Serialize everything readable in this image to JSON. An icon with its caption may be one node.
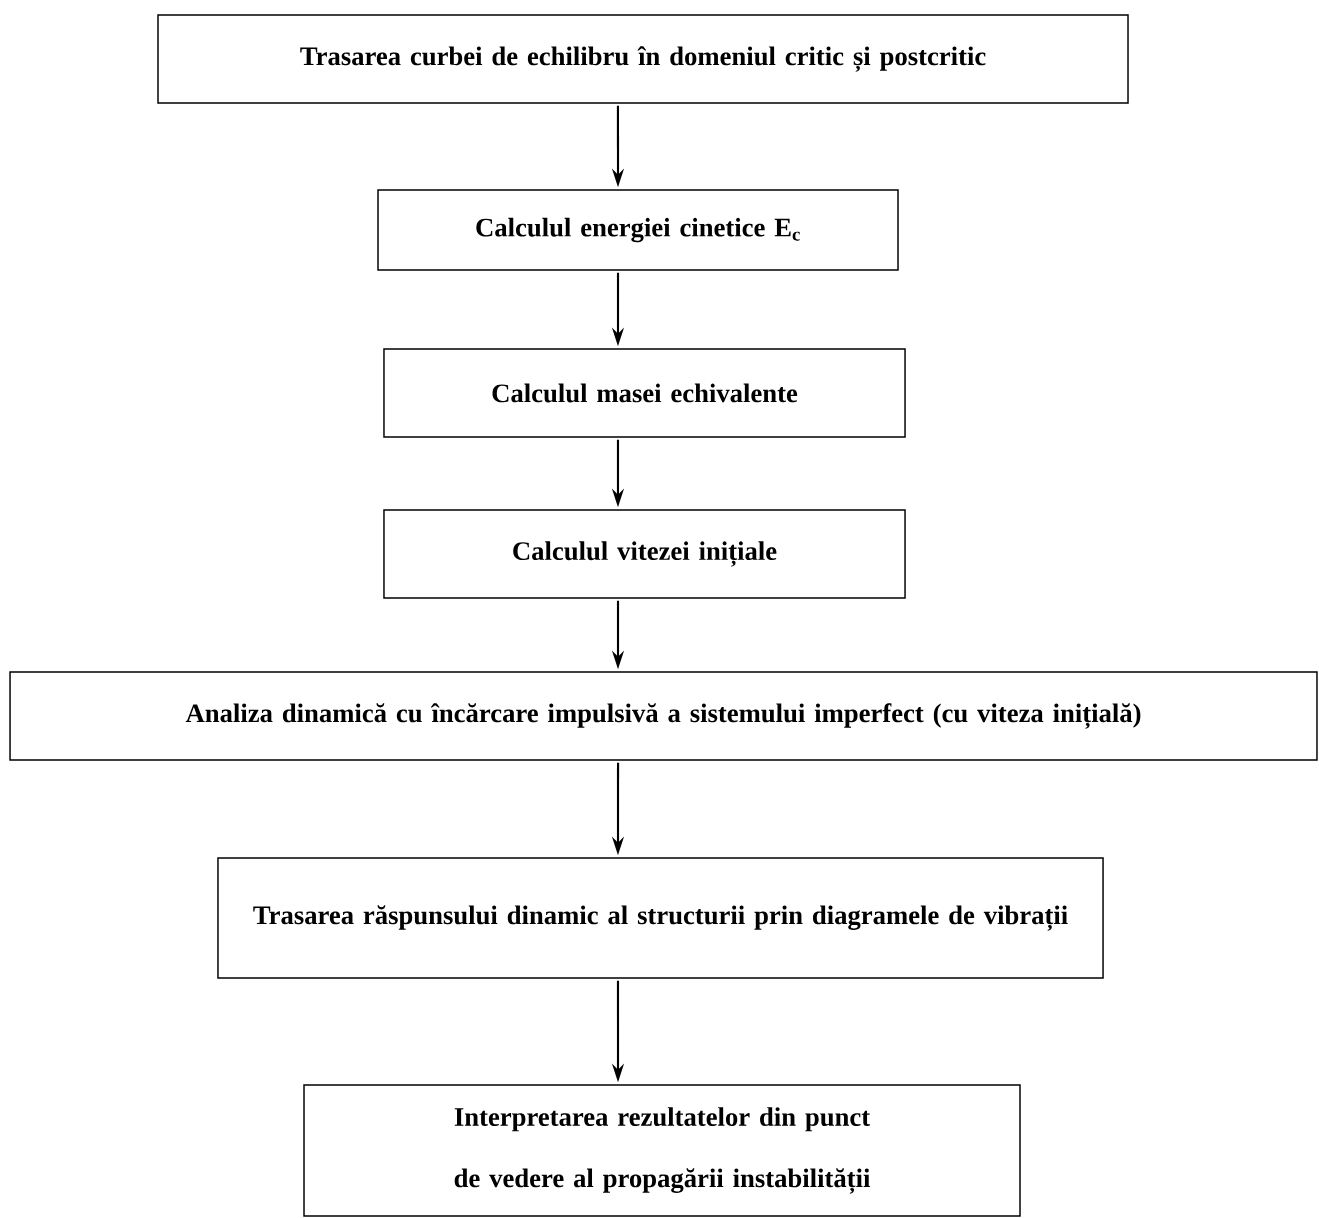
{
  "diagram": {
    "nodes": [
      {
        "text": [
          "Trasarea curbei de echilibru în domeniul critic și postcritic"
        ]
      },
      {
        "text": [
          "Calculul energiei cinetice E$_{c}$"
        ]
      },
      {
        "text": [
          "Calculul masei echivalente"
        ]
      },
      {
        "text": [
          "Calculul vitezei inițiale"
        ]
      },
      {
        "text": [
          "Analiza dinamică cu încărcare impulsivă a sistemului imperfect (cu viteza inițială)"
        ]
      },
      {
        "text": [
          "Trasarea răspunsului dinamic al structurii prin diagramele de vibrații"
        ]
      },
      {
        "text": [
          "Interpretarea rezultatelor din punct de vedere al propagării instabilității"
        ]
      }
    ],
    "edges": [
      {
        "from": 0,
        "to": 1,
        "arrow": "to"
      },
      {
        "from": 1,
        "to": 2,
        "arrow": "to"
      },
      {
        "from": 2,
        "to": 3,
        "arrow": "to"
      },
      {
        "from": 3,
        "to": 4,
        "arrow": "to"
      },
      {
        "from": 4,
        "to": 5,
        "arrow": "to"
      },
      {
        "from": 5,
        "to": 6,
        "arrow": "to"
      }
    ]
  }
}
